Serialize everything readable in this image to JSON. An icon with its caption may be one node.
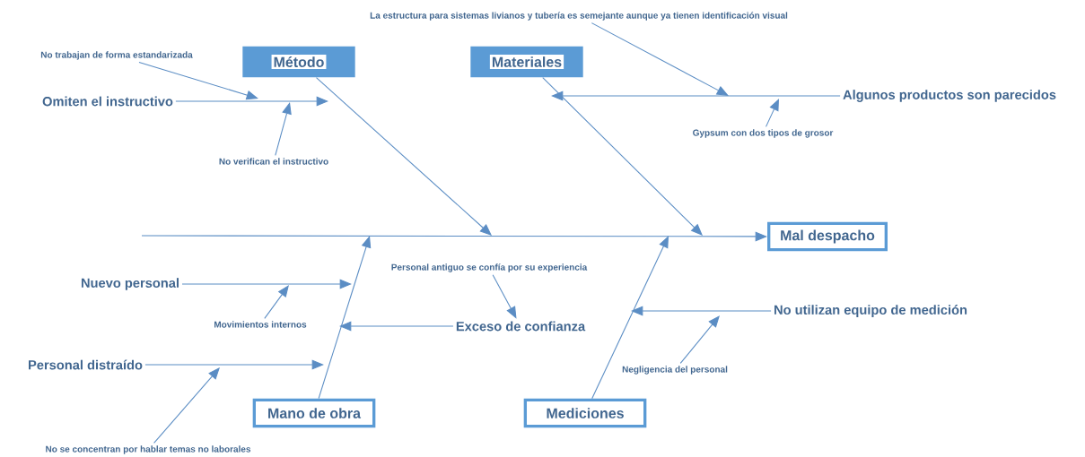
{
  "diagram": {
    "nodes": [
      {
        "text": [
          "Método"
        ]
      },
      {
        "text": [
          "Materiales"
        ]
      },
      {
        "text": [
          "Mano de obra"
        ]
      },
      {
        "text": [
          "Mediciones"
        ]
      },
      {
        "text": [
          "Mal despacho"
        ]
      },
      {
        "text": [
          "Omiten el instructivo"
        ]
      },
      {
        "text": [
          "No trabajan de forma estandarizada"
        ]
      },
      {
        "text": [
          "No verifican el instructivo"
        ]
      },
      {
        "text": [
          "La estructura para sistemas livianos y tubería es semejante aunque ya tienen identificación visual"
        ]
      },
      {
        "text": [
          "Algunos productos son parecidos"
        ]
      },
      {
        "text": [
          "Gypsum con dos tipos de grosor"
        ]
      },
      {
        "text": [
          "Nuevo personal"
        ]
      },
      {
        "text": [
          "Movimientos internos"
        ]
      },
      {
        "text": [
          "Personal distraído"
        ]
      },
      {
        "text": [
          "No se concentran por hablar temas no laborales"
        ]
      },
      {
        "text": [
          "Exceso de confianza"
        ]
      },
      {
        "text": [
          "Personal antiguo se confía por su experiencia"
        ]
      },
      {
        "text": [
          "No utilizan equipo de medición"
        ]
      },
      {
        "text": [
          "Negligencia del personal"
        ]
      }
    ],
    "edges": [
      {
        "from": null,
        "to": 4,
        "arrow": "to"
      },
      {
        "from": 0,
        "to": null,
        "arrow": "to"
      },
      {
        "from": 1,
        "to": null,
        "arrow": "to"
      },
      {
        "from": 2,
        "to": null,
        "arrow": "to"
      },
      {
        "from": 3,
        "to": null,
        "arrow": "to"
      },
      {
        "from": 5,
        "to": null,
        "arrow": "to"
      },
      {
        "from": 6,
        "to": null,
        "arrow": "to"
      },
      {
        "from": 7,
        "to": null,
        "arrow": "to"
      },
      {
        "from": 8,
        "to": null,
        "arrow": "to"
      },
      {
        "from": 9,
        "to": null,
        "arrow": "to"
      },
      {
        "from": 10,
        "to": null,
        "arrow": "to"
      },
      {
        "from": 11,
        "to": null,
        "arrow": "to"
      },
      {
        "from": 12,
        "to": null,
        "arrow": "to"
      },
      {
        "from": 13,
        "to": null,
        "arrow": "to"
      },
      {
        "from": 14,
        "to": null,
        "arrow": "to"
      },
      {
        "from": 15,
        "to": null,
        "arrow": "to"
      },
      {
        "from": 16,
        "to": 15,
        "arrow": "to"
      },
      {
        "from": 17,
        "to": null,
        "arrow": "to"
      },
      {
        "from": 18,
        "to": null,
        "arrow": "to"
      }
    ]
  }
}
